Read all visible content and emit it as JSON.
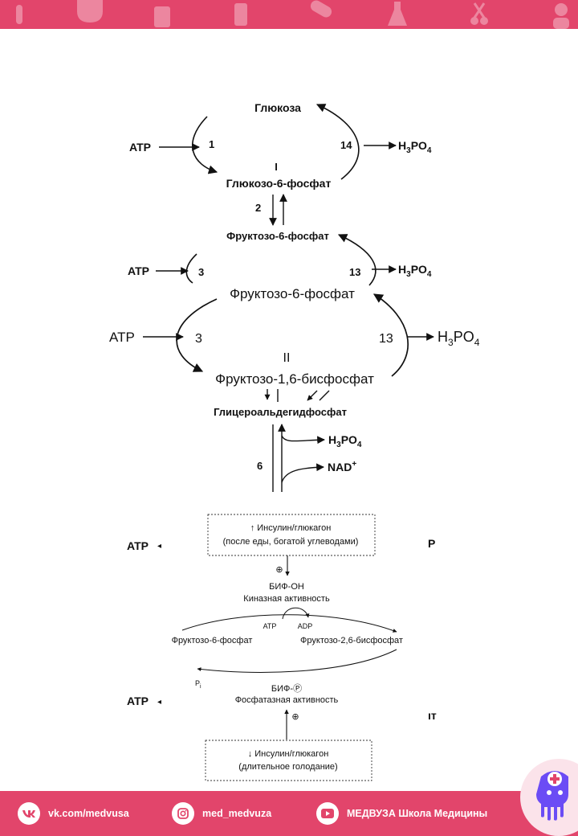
{
  "footer": {
    "vk": "vk.com/medvusa",
    "instagram": "med_medvuza",
    "youtube": "МЕДВУЗА Школа Медицины"
  },
  "cycle1": {
    "glucose": "Глюкоза",
    "g6p": "Глюкозо-6-фосфат",
    "atp": "ATP",
    "enzyme1": "1",
    "enzyme14": "14",
    "product_main": "H",
    "product_sub": "3",
    "product_main2": "PO",
    "product_sub2": "4",
    "roman": "I",
    "enzyme2": "2"
  },
  "cycle2": {
    "f6p": "Фруктозо-6-фосфат",
    "atp": "ATP",
    "enzyme3": "3",
    "enzyme13": "13",
    "h": "H",
    "s3": "3",
    "po": "PO",
    "s4": "4"
  },
  "cycle3": {
    "f6p": "Фруктозо-6-фосфат",
    "atp": "ATP",
    "enzyme3": "3",
    "enzyme13": "13",
    "h": "H",
    "s3": "3",
    "po": "PO",
    "s4": "4",
    "roman": "II",
    "f16bp": "Фруктозо-1,6-бисфосфат",
    "gap": "Глицероальдегидфосфат",
    "enzyme6": "6",
    "h2": "H",
    "s3b": "3",
    "po2": "PO",
    "s4b": "4",
    "nad": "NAD",
    "nad_sup": "+"
  },
  "regulation": {
    "side_atp_top": "ATP",
    "side_p": "P",
    "box_top_line1": "↑ Инсулин/глюкагон",
    "box_top_line2": "(после еды, богатой углеводами)",
    "plus": "⊕",
    "bif_oh": "БИФ-ОН",
    "kinase": "Киназная активность",
    "atp": "ATP",
    "adp": "ADP",
    "f6p": "Фруктозо-6-фосфат",
    "f26bp": "Фруктозо-2,6-бисфосфат",
    "pi": "P",
    "pi_sub": "i",
    "bif_p": "БИФ-Ⓟ",
    "phosphatase": "Фосфатазная активность",
    "side_atp_bottom": "ATP",
    "side_t": "ıт",
    "plus2": "⊕",
    "box_bottom_line1": "↓ Инсулин/глюкагон",
    "box_bottom_line2": "(длительное голодание)"
  }
}
